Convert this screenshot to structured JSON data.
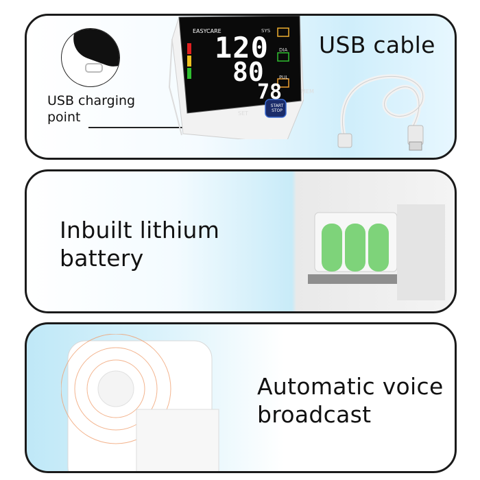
{
  "panels": [
    {
      "caption": "USB cable",
      "callout": "USB charging point",
      "device": {
        "brand": "EASYCARE",
        "systolic": "120",
        "diastolic": "80",
        "pulse": "78",
        "labels": {
          "sys": "SYS",
          "dia": "DIA",
          "pul": "PUL",
          "set": "SET",
          "mem": "MEM",
          "start_stop": "START STOP"
        }
      }
    },
    {
      "caption": "Inbuilt lithium battery"
    },
    {
      "caption": "Automatic voice broadcast"
    }
  ],
  "colors": {
    "panel_border": "#1a1a1a",
    "battery_green": "#7ed37a",
    "speaker_ring": "#f0a070",
    "accent_blue": "#cfeefb"
  }
}
